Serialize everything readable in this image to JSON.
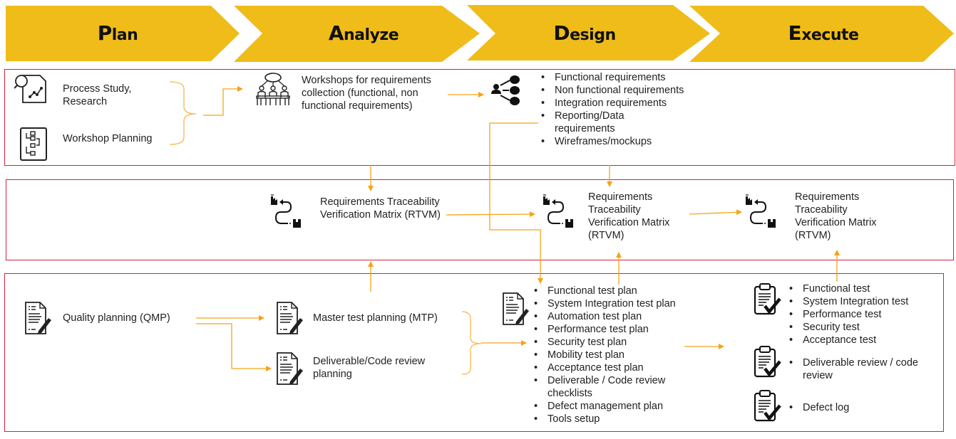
{
  "phases": [
    {
      "initial": "P",
      "rest": "lan"
    },
    {
      "initial": "A",
      "rest": "nalyze"
    },
    {
      "initial": "D",
      "rest": "esign"
    },
    {
      "initial": "E",
      "rest": "xecute"
    }
  ],
  "colors": {
    "phase_fill": "#efbc1a",
    "band_border": "#d4213d",
    "connector": "#f5a31a",
    "brace": "#f7b84a"
  },
  "requirements_band": {
    "process_study": "Process Study, Research",
    "workshop_planning": "Workshop Planning",
    "workshops": "Workshops for requirements collection (functional, non functional requirements)",
    "design_items": [
      "Functional requirements",
      "Non functional requirements",
      "Integration requirements",
      "Reporting/Data requirements",
      "Wireframes/mockups"
    ]
  },
  "rtvm_band": {
    "analyze_rtvm": "Requirements Traceability Verification Matrix (RTVM)",
    "design_rtvm": "Requirements Traceability Verification Matrix (RTVM)",
    "execute_rtvm": "Requirements Traceability Verification Matrix (RTVM)"
  },
  "quality_band": {
    "quality_planning": "Quality planning (QMP)",
    "master_test_planning": "Master test planning (MTP)",
    "code_review_planning": "Deliverable/Code review planning",
    "design_plans": [
      "Functional test plan",
      "System Integration test plan",
      "Automation test plan",
      "Performance test plan",
      "Security test plan",
      "Mobility test plan",
      "Acceptance test plan",
      "Deliverable / Code review checklists",
      "Defect management plan",
      "Tools setup"
    ],
    "execute_tests": [
      "Functional test",
      "System Integration test",
      "Performance test",
      "Security test",
      "Acceptance test"
    ],
    "execute_review": "Deliverable review / code review",
    "execute_defect": "Defect log"
  }
}
